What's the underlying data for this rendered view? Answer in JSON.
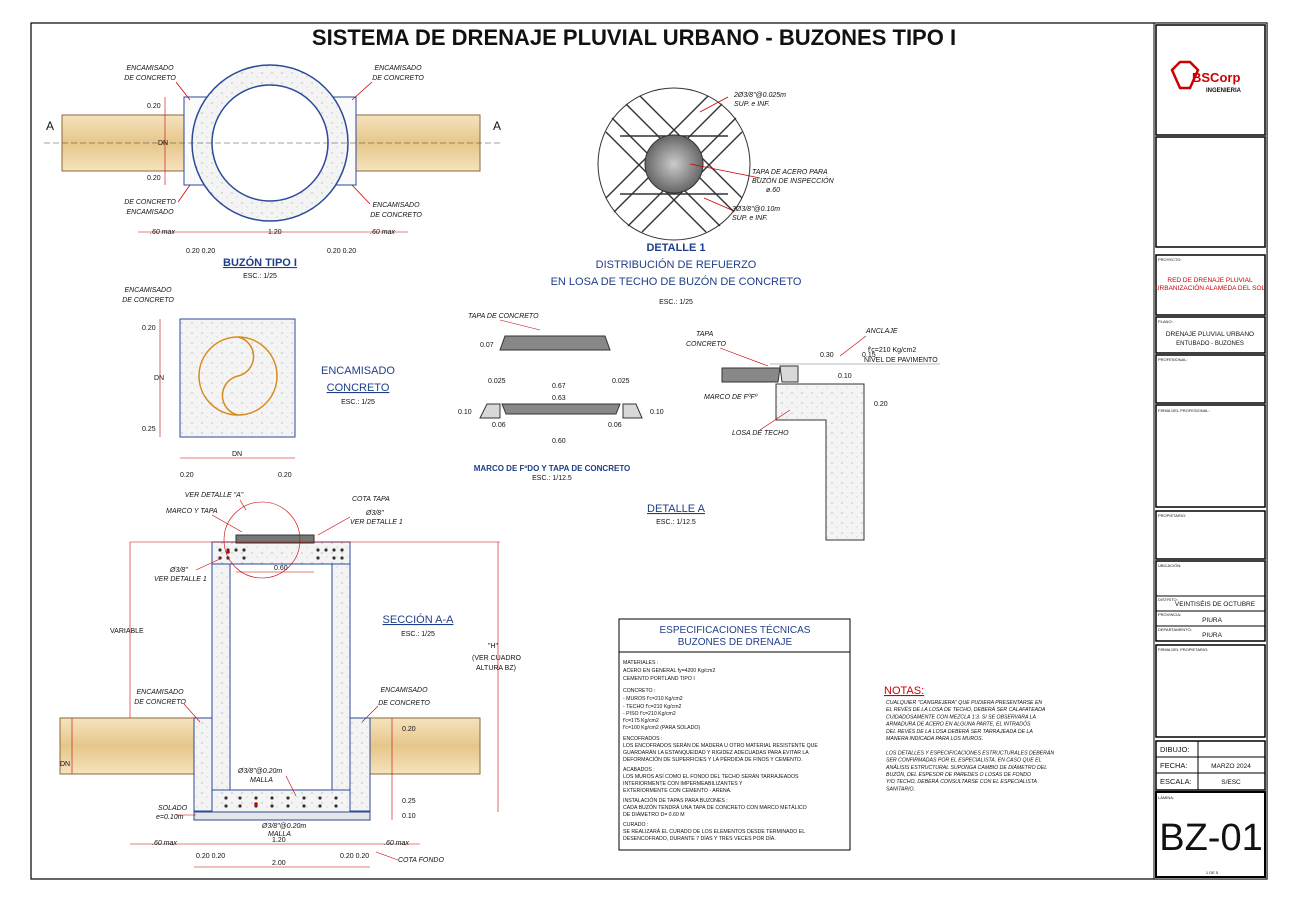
{
  "title": "SISTEMA DE DRENAJE PLUVIAL URBANO - BUZONES TIPO I",
  "plan": {
    "section_mark": "A",
    "encamisado": "ENCAMISADO",
    "de_concreto": "DE CONCRETO",
    "dim_020": "0.20",
    "dim_dn": "DN",
    "dim_120": "1.20",
    "dim_060max": ".60  max",
    "dim_020_020": "0.20 0.20",
    "caption": "BUZÓN TIPO I",
    "scale": "ESC.: 1/25"
  },
  "detalle1": {
    "top_bars": "2Ø3/8\"@0.025m",
    "top_sup": "SUP. e INF.",
    "tapa1": "TAPA DE ACERO PARA",
    "tapa2": "BUZÓN DE INSPECCIÓN",
    "tapa3": "ø.60",
    "bot_bars": "3Ø3/8\"@0.10m",
    "bot_sup": "SUP. e INF.",
    "caption1": "DETALLE 1",
    "caption2": "DISTRIBUCIÓN DE REFUERZO",
    "caption3": "EN LOSA DE TECHO DE BUZÓN DE CONCRETO",
    "scale": "ESC.: 1/25"
  },
  "encamisado_plan": {
    "caption1": "ENCAMISADO",
    "caption2": "CONCRETO",
    "scale": "ESC.: 1/25",
    "dim_020": "0.20",
    "dim_025": "0.25",
    "dim_dn": "DN"
  },
  "marco": {
    "tapa_label": "TAPA DE CONCRETO",
    "d007": "0.07",
    "d0025": "0.025",
    "d067": "0.67",
    "d063": "0.63",
    "d010": "0.10",
    "d006": "0.06",
    "d060": "0.60",
    "caption": "MARCO DE FºDO Y TAPA DE CONCRETO",
    "scale": "ESC.: 1/12.5"
  },
  "detalleA": {
    "tapa1": "TAPA",
    "tapa2": "CONCRETO",
    "anclaje": "ANCLAJE",
    "d030": "0.30",
    "d015": "0.15",
    "fc": "f'c=210 Kg/cm2",
    "nivel": "NIVEL DE PAVIMENTO",
    "d010": "0.10",
    "d020": "0.20",
    "marco": "MARCO DE FºFº",
    "losa": "LOSA DE TECHO",
    "caption": "DETALLE A",
    "scale": "ESC.: 1/12.5"
  },
  "seccion": {
    "ver_a": "VER DETALLE \"A\"",
    "cota_tapa": "COTA TAPA",
    "marco_tapa": "MARCO Y TAPA",
    "phi38": "Ø3/8\"",
    "ver1": "VER DETALLE 1",
    "d060": "0.60",
    "variable": "VARIABLE",
    "h1": "\"H\"",
    "h2": "(VER CUADRO",
    "h3": "ALTURA BZ)",
    "caption": "SECCIÓN A-A",
    "scale": "ESC.: 1/25",
    "encamisado": "ENCAMISADO",
    "de_concreto": "DE CONCRETO",
    "d020": "0.20",
    "d025": "0.25",
    "d010": "0.10",
    "dn": "DN",
    "malla1": "Ø3/8\"@0.20m",
    "malla_lbl": "MALLA",
    "solado1": "SOLADO",
    "solado2": "e=0.10m",
    "d120": "1.20",
    "d200": "2.00",
    "d060max": ".60  max",
    "d020_020": "0.20 0.20",
    "cota_fondo": "COTA FONDO"
  },
  "specs": {
    "title1": "ESPECIFICACIONES TÉCNICAS",
    "title2": "BUZONES DE DRENAJE",
    "lines": [
      "MATERIALES :",
      "  ACERO EN GENERAL  fy=4200 Kg/cm2",
      "  CEMENTO PORTLAND TIPO I",
      "CONCRETO :",
      "  - MUROS                                  f'c=210 Kg/cm2",
      "  - TECHO                                  f'c=210 Kg/cm2",
      "  - PISO                                    f'c=210 Kg/cm2",
      "                                              f'c=175 Kg/cm2",
      "                                              f'c=100 Kg/cm2      (PARA SOLADO)",
      "ENCOFRADOS :",
      "  LOS ENCOFRADOS SERÁN DE MADERA U OTRO MATERIAL RESISTENTE QUE",
      "  GUARDARÁN LA ESTANQUEIDAD Y RIGIDEZ ADECUADAS PARA EVITAR LA",
      "  DEFORMACIÓN DE SUPERFICIES Y LA PÉRDIDA DE FINOS Y CEMENTO.",
      "ACABADOS :",
      "  LOS MUROS ASÍ COMO EL FONDO DEL TECHO SERÁN TARRAJEADOS",
      "  INTERIORMENTE CON IMPERMEABILIZANTES Y",
      "  EXTERIORMENTE CON CEMENTO - ARENA.",
      "INSTALACIÓN DE TAPAS PARA BUZONES :",
      "  CADA BUZÓN TENDRÁ UNA TAPA DE CONCRETO CON MARCO METÁLICO",
      "  DE DIÁMETRO D= 0.60 M",
      "CURADO :",
      "  SE REALIZARÁ EL CURADO DE LOS ELEMENTOS DESDE TERMINADO EL",
      "  DESENCOFRADO, DURANTE 7 DÍAS Y TRES VECES POR DÍA."
    ]
  },
  "notas": {
    "title": "NOTAS:",
    "lines": [
      "CUALQUIER \"CANGREJERA\" QUE PUDIERA PRESENTARSE EN",
      "EL REVÉS DE LA LOSA DE TECHO, DEBERÁ SER CALAFATEADA",
      "CUIDADOSAMENTE CON MEZCLA 1:3. SI SE OBSERVARA LA",
      "ARMADURA DE ACERO EN ALGUNA PARTE, EL INTRADÓS",
      "DEL REVÉS DE LA LOSA DEBERÁ SER TARRAJEADA DE LA",
      "MANERA INDICADA PARA LOS MUROS.",
      "",
      "LOS DETALLES Y ESPECIFICACIONES ESTRUCTURALES DEBERÁN",
      "SER CONFIRMADAS POR EL ESPECIALISTA. EN CASO QUE EL",
      "ANÁLISIS ESTRUCTURAL SUPONGA CAMBIO DE DIÁMETRO DEL",
      "BUZÓN, DEL ESPESOR DE PAREDES O LOSAS DE FONDO",
      "Y/O TECHO, DEBERÁ CONSULTARSE CON EL ESPECIALISTA",
      "SANITARIO."
    ]
  },
  "titleblock": {
    "logo": "BSCorp",
    "logo_sub": "INGENIERIA",
    "proyecto_lbl": "PROYECTO:",
    "proyecto1": "RED DE DRENAJE PLUVIAL",
    "proyecto2": "URBANIZACIÓN ALAMEDA DEL SOL",
    "plano_lbl": "PLANO:",
    "plano1": "DRENAJE PLUVIAL URBANO",
    "plano2": "ENTUBADO - BUZONES",
    "profesional_lbl": "PROFESIONAL:",
    "firma_lbl": "FIRMA DEL PROFESIONAL:",
    "propietario_lbl": "PROPIETARIO:",
    "ubicacion_lbl": "UBICACIÓN:",
    "distrito_lbl": "DISTRITO:",
    "distrito": "VEINTISÉIS DE OCTUBRE",
    "provincia_lbl": "PROVINCIA:",
    "provincia": "PIURA",
    "departamento_lbl": "DEPARTAMENTO:",
    "departamento": "PIURA",
    "firma_prop_lbl": "FIRMA DEL PROPIETARIO:",
    "dibujo_lbl": "DIBUJO:",
    "dibujo": "",
    "fecha_lbl": "FECHA:",
    "fecha": "MARZO 2024",
    "escala_lbl": "ESCALA:",
    "escala": "S/ESC",
    "lamina_lbl": "LÁMINA:",
    "lamina": "BZ-01",
    "sheet_no": "1  DE  5"
  },
  "colors": {
    "blue": "#1f3e8a",
    "red": "#c00000",
    "pipe": "#e9cc95",
    "concrete": "#f2f2f2",
    "orange": "#d98a1c"
  }
}
